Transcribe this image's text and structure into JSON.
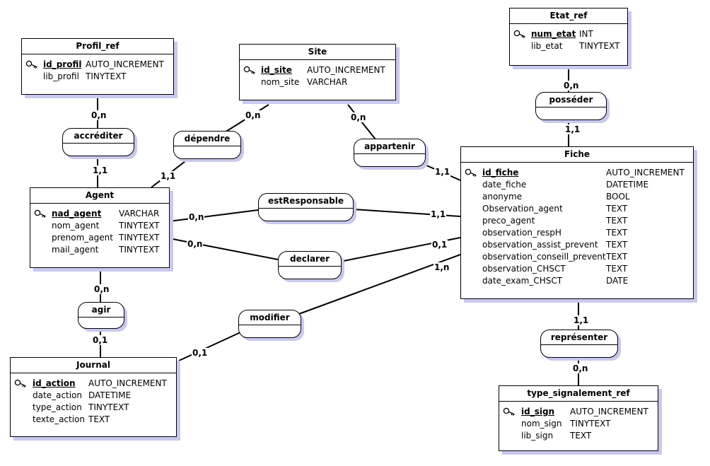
{
  "entities": {
    "profil_ref": {
      "name": "Profil_ref",
      "fields": [
        {
          "name": "id_profil",
          "type": "AUTO_INCREMENT",
          "pk": true
        },
        {
          "name": "lib_profil",
          "type": "TINYTEXT"
        }
      ]
    },
    "site": {
      "name": "Site",
      "fields": [
        {
          "name": "id_site",
          "type": "AUTO_INCREMENT",
          "pk": true
        },
        {
          "name": "nom_site",
          "type": "VARCHAR"
        }
      ]
    },
    "etat_ref": {
      "name": "Etat_ref",
      "fields": [
        {
          "name": "num_etat",
          "type": "INT",
          "pk": true
        },
        {
          "name": "lib_etat",
          "type": "TINYTEXT"
        }
      ]
    },
    "agent": {
      "name": "Agent",
      "fields": [
        {
          "name": "nad_agent",
          "type": "VARCHAR",
          "pk": true
        },
        {
          "name": "nom_agent",
          "type": "TINYTEXT"
        },
        {
          "name": "prenom_agent",
          "type": "TINYTEXT"
        },
        {
          "name": "mail_agent",
          "type": "TINYTEXT"
        }
      ]
    },
    "fiche": {
      "name": "Fiche",
      "fields": [
        {
          "name": "id_fiche",
          "type": "AUTO_INCREMENT",
          "pk": true
        },
        {
          "name": "date_fiche",
          "type": "DATETIME"
        },
        {
          "name": "anonyme",
          "type": "BOOL"
        },
        {
          "name": "Observation_agent",
          "type": "TEXT"
        },
        {
          "name": "preco_agent",
          "type": "TEXT"
        },
        {
          "name": "observation_respH",
          "type": "TEXT"
        },
        {
          "name": "observation_assist_prevent",
          "type": "TEXT"
        },
        {
          "name": "observation_conseill_prevent",
          "type": "TEXT"
        },
        {
          "name": "observation_CHSCT",
          "type": "TEXT"
        },
        {
          "name": "date_exam_CHSCT",
          "type": "DATE"
        }
      ]
    },
    "journal": {
      "name": "Journal",
      "fields": [
        {
          "name": "id_action",
          "type": "AUTO_INCREMENT",
          "pk": true
        },
        {
          "name": "date_action",
          "type": "DATETIME"
        },
        {
          "name": "type_action",
          "type": "TINYTEXT"
        },
        {
          "name": "texte_action",
          "type": "TEXT"
        }
      ]
    },
    "type_signalement_ref": {
      "name": "type_signalement_ref",
      "fields": [
        {
          "name": "id_sign",
          "type": "AUTO_INCREMENT",
          "pk": true
        },
        {
          "name": "nom_sign",
          "type": "TINYTEXT"
        },
        {
          "name": "lib_sign",
          "type": "TEXT"
        }
      ]
    }
  },
  "associations": {
    "accrediter": "accréditer",
    "dependre": "dépendre",
    "appartenir": "appartenir",
    "posseder": "posséder",
    "estResponsable": "estResponsable",
    "declarer": "declarer",
    "agir": "agir",
    "modifier": "modifier",
    "representer": "représenter"
  },
  "cardinalities": {
    "profil_accrediter": "0,n",
    "agent_accrediter": "1,1",
    "site_dependre": "0,n",
    "agent_dependre": "1,1",
    "site_appartenir": "0,n",
    "fiche_appartenir": "1,1",
    "etat_posseder": "0,n",
    "fiche_posseder": "1,1",
    "agent_estResponsable": "0,n",
    "fiche_estResponsable": "1,1",
    "agent_declarer": "0,n",
    "fiche_declarer": "0,1",
    "fiche_modifier": "1,n",
    "journal_modifier": "0,1",
    "agent_agir": "0,n",
    "journal_agir": "0,1",
    "fiche_representer": "1,1",
    "sign_representer": "0,n"
  },
  "colors": {
    "line": "#000000",
    "shadow": "#c9c9ee",
    "box": "#ffffff"
  },
  "icons": {
    "primary_key": "key-icon"
  }
}
